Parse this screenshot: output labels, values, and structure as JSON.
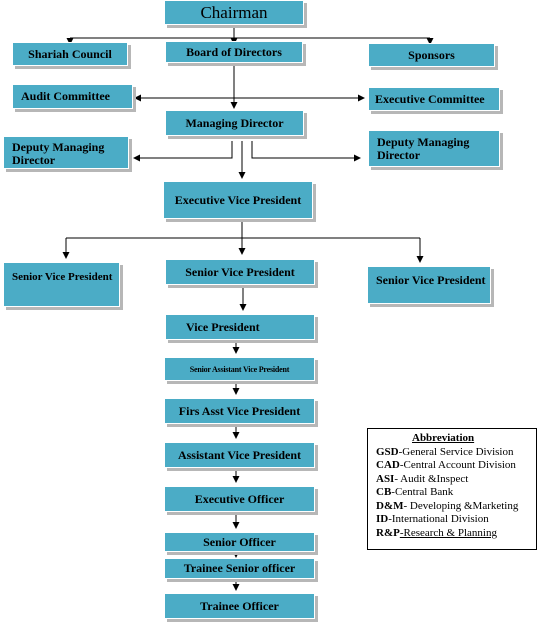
{
  "nodes": {
    "chairman": "Chairman",
    "shariah_council": "Shariah Council",
    "board_of_directors": "Board of Directors",
    "sponsors": "Sponsors",
    "audit_committee": "Audit Committee",
    "executive_committee": "Executive Committee",
    "managing_director": "Managing Director",
    "deputy_md_left": "Deputy Managing Director",
    "deputy_md_right": "Deputy Managing Director",
    "executive_vice_president": "Executive Vice President",
    "senior_vp_left": "Senior Vice President",
    "senior_vp_center": "Senior Vice President",
    "senior_vp_right": "Senior Vice President",
    "vice_president": "Vice President",
    "senior_assistant_vp": "Senior Assistant Vice President",
    "first_asst_vp": "Firs Asst Vice President",
    "assistant_vp": "Assistant Vice President",
    "executive_officer": "Executive Officer",
    "senior_officer": "Senior Officer",
    "trainee_senior_officer": "Trainee Senior officer",
    "trainee_officer": "Trainee Officer"
  },
  "abbreviation": {
    "title": "Abbreviation",
    "items": [
      {
        "code": "GSD",
        "desc": "-General Service Division"
      },
      {
        "code": "CAD",
        "desc": "-Central Account Division"
      },
      {
        "code": "ASI",
        "desc": "- Audit &Inspect"
      },
      {
        "code": "CB",
        "desc": "-Central Bank"
      },
      {
        "code": "D&M",
        "desc": "- Developing &Marketing"
      },
      {
        "code": "ID",
        "desc": "-International Division"
      },
      {
        "code": "R&P",
        "desc": "-Research & Planning"
      }
    ]
  },
  "colors": {
    "box_fill": "#4bacc6",
    "connector": "#000000"
  }
}
